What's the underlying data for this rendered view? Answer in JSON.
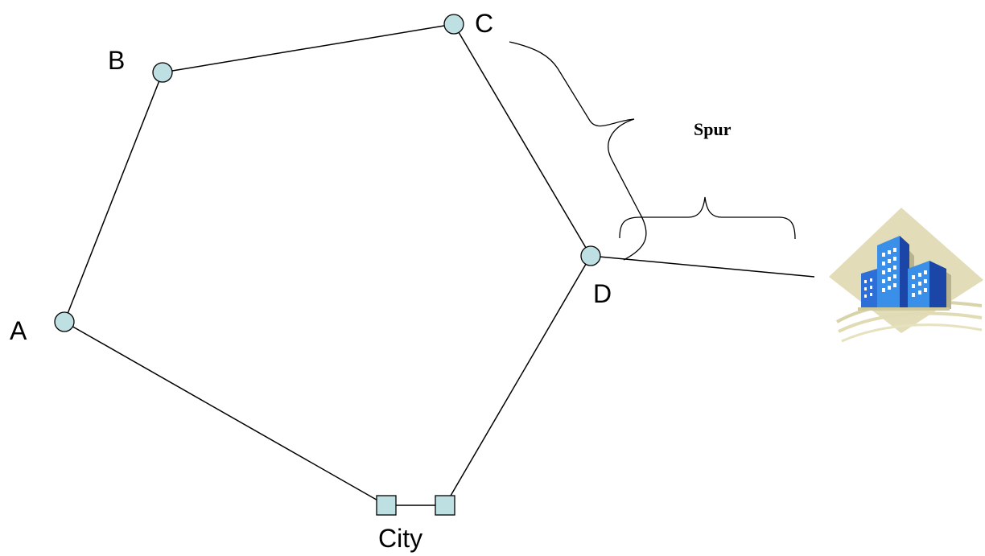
{
  "nodes": {
    "a": {
      "label": "A"
    },
    "b": {
      "label": "B"
    },
    "c": {
      "label": "C"
    },
    "d": {
      "label": "D"
    }
  },
  "city": {
    "label": "City"
  },
  "spur": {
    "label": "Spur"
  },
  "colors": {
    "node_fill": "#bfe0e2",
    "line": "#000000",
    "building_blue": "#3a8fe8",
    "building_backdrop": "#e2ddb8"
  },
  "icons": {
    "city_building": "office-buildings-icon"
  }
}
